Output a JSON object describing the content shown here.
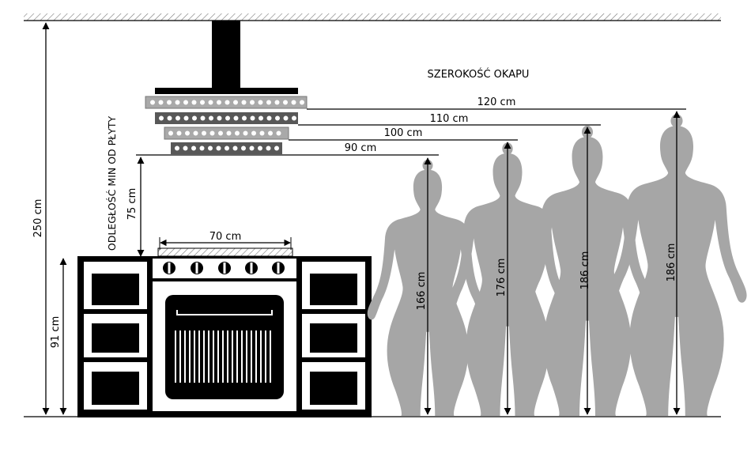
{
  "hood": {
    "title": "SZEROKOŚĆ OKAPU",
    "widths": [
      "120 cm",
      "110 cm",
      "100 cm",
      "90 cm"
    ]
  },
  "dimensions": {
    "ceiling_height": "250 cm",
    "counter_height": "91 cm",
    "min_distance_caption": "ODLEGŁOŚĆ MIN OD PŁYTY",
    "min_distance_value": "75 cm",
    "cooktop_width": "70 cm"
  },
  "people": {
    "heights": [
      "166 cm",
      "176 cm",
      "186 cm",
      "186 cm"
    ]
  },
  "colors": {
    "silhouette": "#a6a6a6",
    "hood_light": "#a9a9a9",
    "hood_dark": "#585858",
    "stove": "#000000"
  }
}
